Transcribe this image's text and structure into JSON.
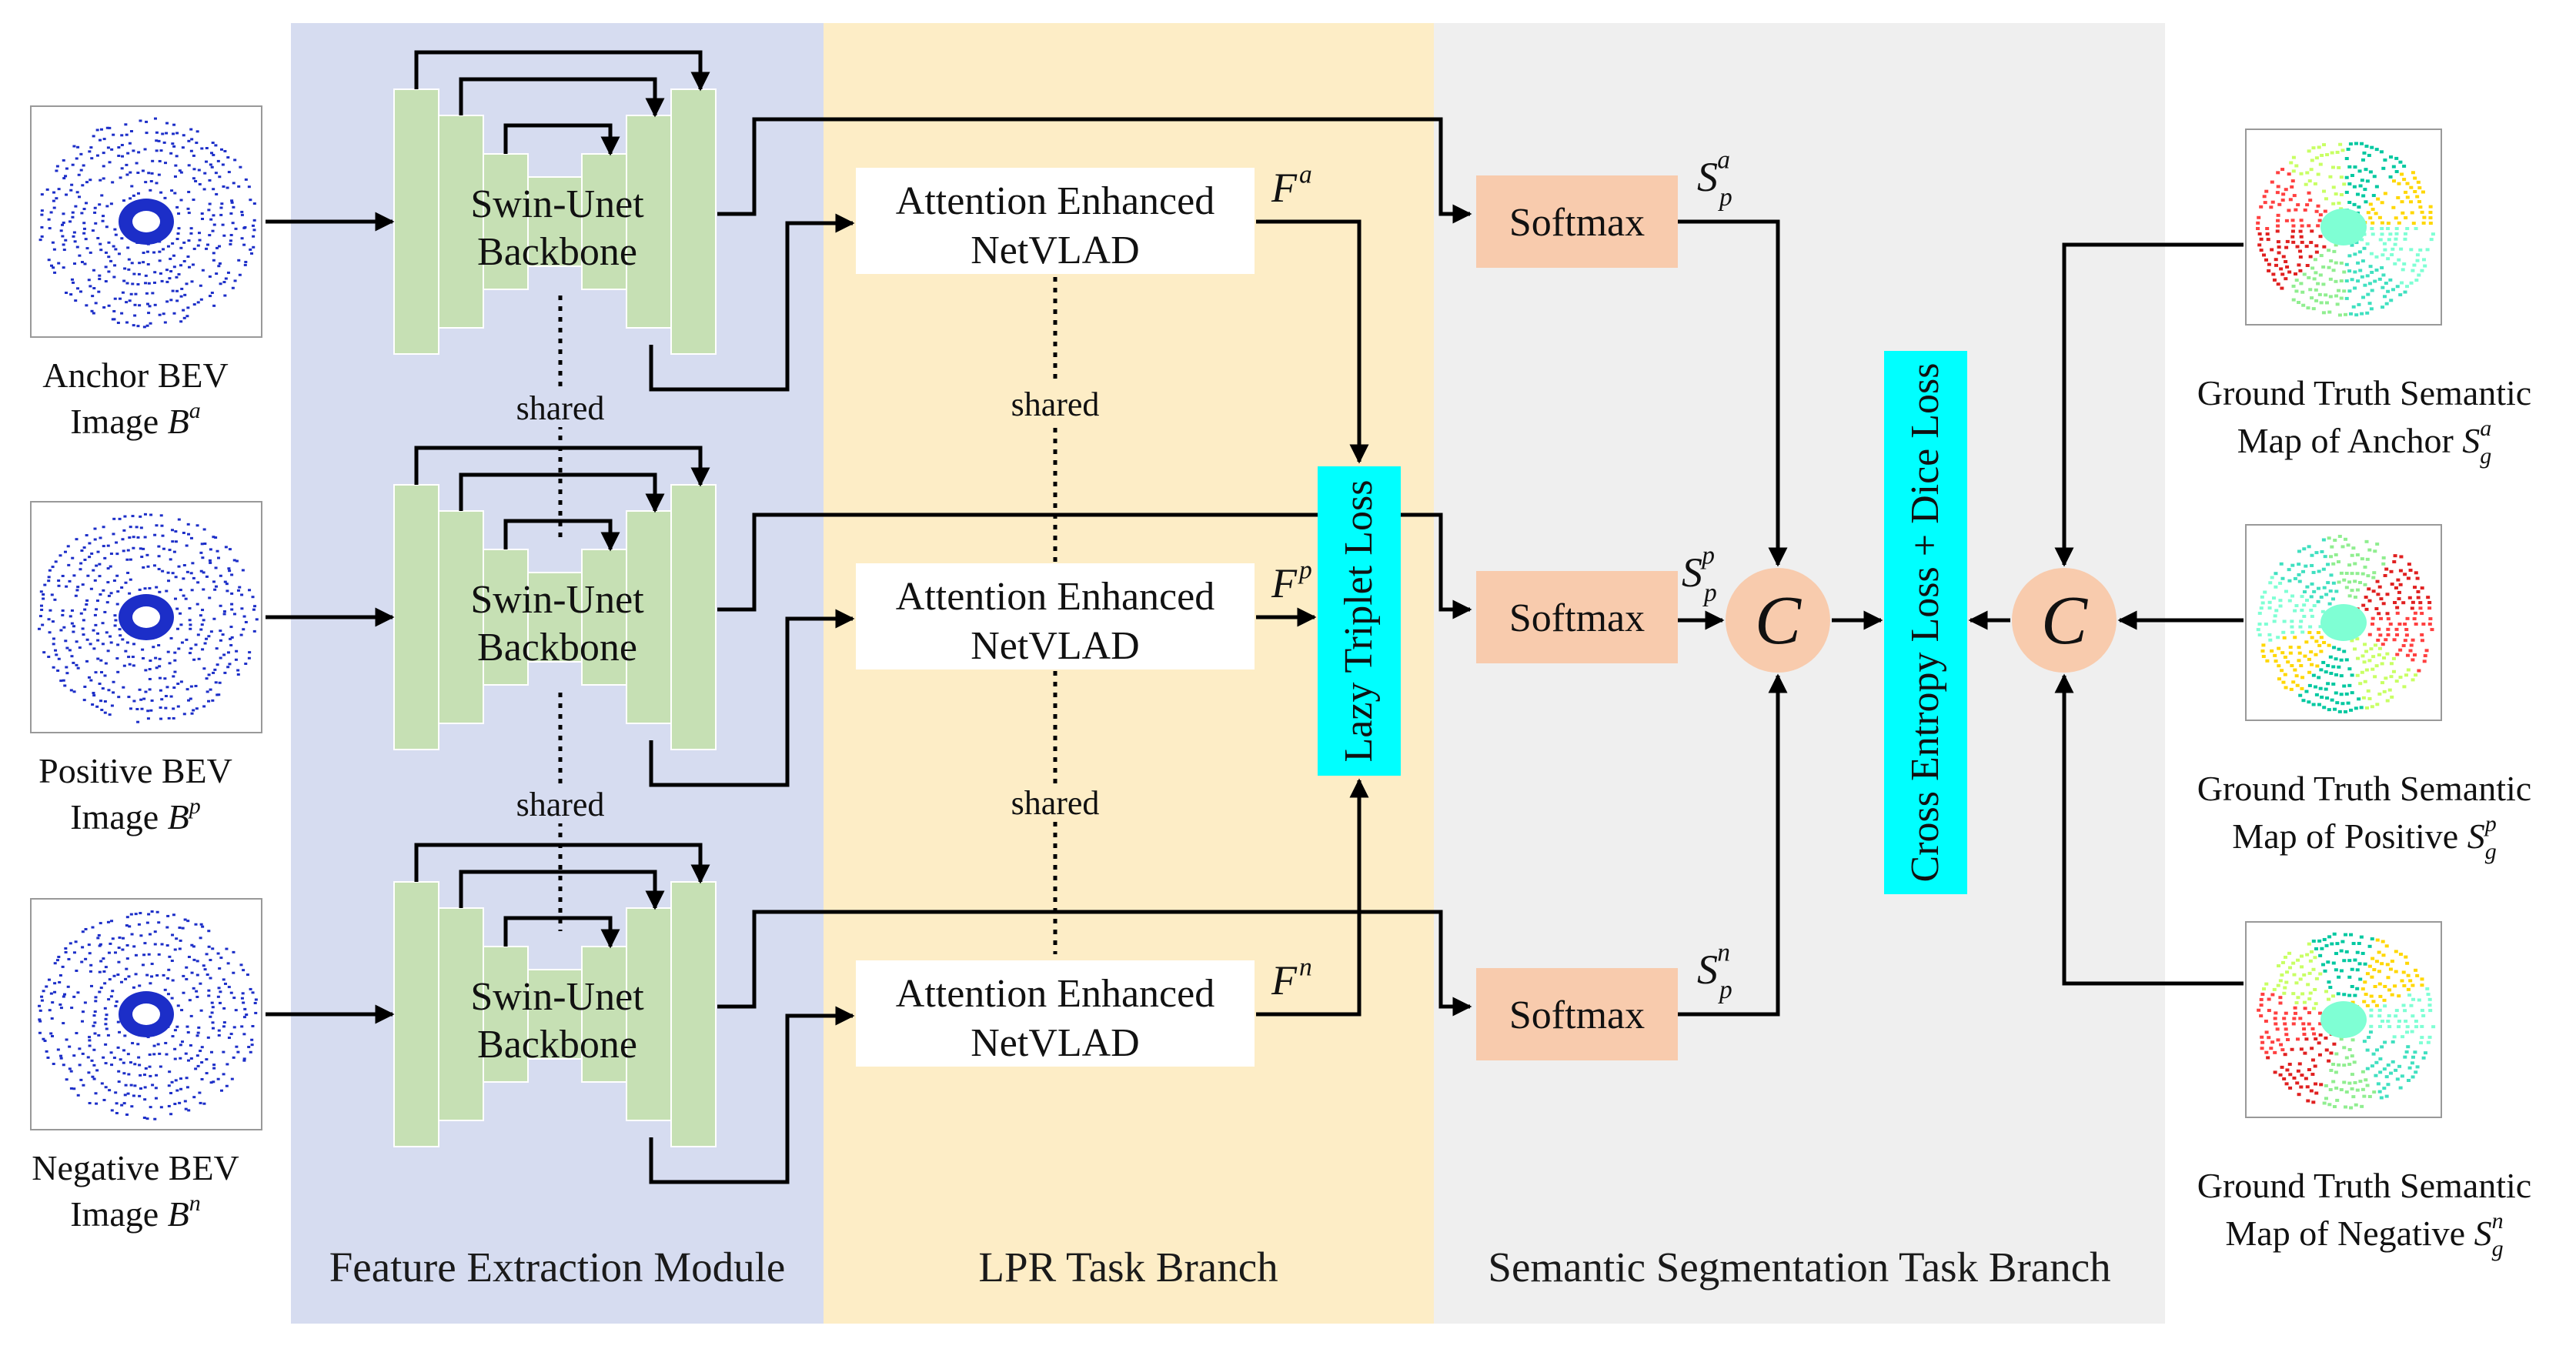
{
  "regions": {
    "feature": "Feature Extraction Module",
    "lpr": "LPR Task Branch",
    "semantic": "Semantic Segmentation Task Branch"
  },
  "inputs": [
    {
      "line1": "Anchor BEV",
      "line2": "Image",
      "sym": "B",
      "sup": "a"
    },
    {
      "line1": "Positive BEV",
      "line2": "Image",
      "sym": "B",
      "sup": "p"
    },
    {
      "line1": "Negative BEV",
      "line2": "Image",
      "sym": "B",
      "sup": "n"
    }
  ],
  "backbone": {
    "line1": "Swin-Unet",
    "line2": "Backbone"
  },
  "netvlad": {
    "line1": "Attention Enhanced",
    "line2": "NetVLAD"
  },
  "features": [
    {
      "sym": "F",
      "sup": "a"
    },
    {
      "sym": "F",
      "sup": "p"
    },
    {
      "sym": "F",
      "sup": "n"
    }
  ],
  "shared_label": "shared",
  "softmax_label": "Softmax",
  "pred": [
    {
      "sym": "S",
      "sup": "a",
      "sub": "p"
    },
    {
      "sym": "S",
      "sup": "p",
      "sub": "p"
    },
    {
      "sym": "S",
      "sup": "n",
      "sub": "p"
    }
  ],
  "triplet_loss": "Lazy Triplet Loss",
  "seg_loss": "Cross Entropy Loss + Dice Loss",
  "concat_symbol": "C",
  "ground_truth": [
    {
      "line1": "Ground Truth Semantic",
      "line2": "Map of Anchor",
      "sym": "S",
      "sup": "a",
      "sub": "g"
    },
    {
      "line1": "Ground Truth Semantic",
      "line2": "Map of Positive",
      "sym": "S",
      "sup": "p",
      "sub": "g"
    },
    {
      "line1": "Ground Truth Semantic",
      "line2": "Map of Negative",
      "sym": "S",
      "sup": "n",
      "sub": "g"
    }
  ],
  "colors": {
    "feature_bg": "#d6dcf0",
    "lpr_bg": "#fdedc6",
    "semantic_bg": "#efefef",
    "backbone_block": "#c6e0b4",
    "softmax_fill": "#f8cbad",
    "concat_fill": "#f8cbad",
    "loss_fill": "#00ffff",
    "bev_points": "#1c2ec8"
  }
}
